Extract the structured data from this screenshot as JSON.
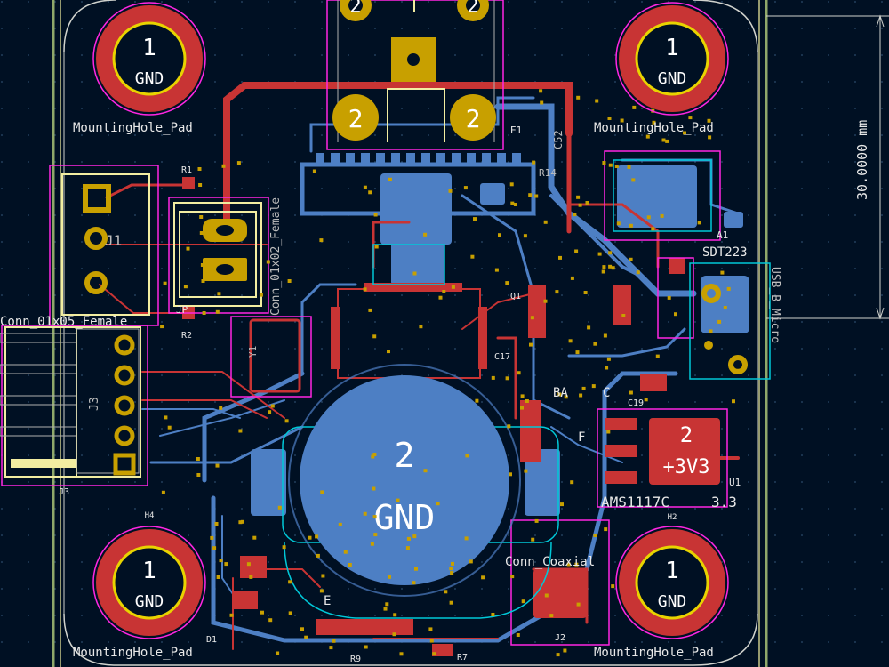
{
  "mounting_holes": [
    {
      "pad": "1",
      "net": "GND",
      "ref": "MountingHole_Pad"
    },
    {
      "pad": "1",
      "net": "GND",
      "ref": "MountingHole_Pad"
    },
    {
      "pad": "1",
      "net": "GND",
      "ref": "MountingHole_Pad"
    },
    {
      "pad": "1",
      "net": "GND",
      "ref": "MountingHole_Pad"
    }
  ],
  "hole_ref_h4": "H4",
  "hole_ref_h2": "H2",
  "top_connector": {
    "pad_top_left": "2",
    "pad_top_right": "2",
    "pad_left": "2",
    "pad_right": "2"
  },
  "big_pad": {
    "number": "2",
    "net": "GND"
  },
  "regulator": {
    "pad": "2",
    "net": "+3V3",
    "ref": "U1",
    "value": "AMS1117C",
    "value_suffix": "3.3"
  },
  "dimension": {
    "text": "30.0000 mm"
  },
  "labels": {
    "conn_0x05": "Conn_01x05_Female",
    "j3": "J3",
    "conn_0x02": "Conn_01x02_Female",
    "r1": "R1",
    "r2": "R2",
    "j1": "J1",
    "jp": "JP",
    "y1": "Y1",
    "sdt": "SDT223",
    "usb": "USB_B_Micro",
    "coax": "Conn_Coaxial",
    "j2": "J2",
    "r7": "R7",
    "r9": "R9",
    "d1": "D1",
    "lbl_ba": "BA",
    "lbl_c": "C",
    "c52": "C52",
    "r14": "R14",
    "e1": "E1",
    "c19": "C19",
    "c17": "C17",
    "q1": "Q1",
    "a1": "A1",
    "lbl_e": "E",
    "lbl_f": "F"
  },
  "colors": {
    "background": "#001023",
    "copper_front": "#c83434",
    "copper_back": "#4d7fc4",
    "silkscreen": "#f2eda1",
    "courtyard": "#ff26e2",
    "pad_gold": "#c8a000",
    "edge_cuts": "#d0d2cd",
    "fab": "#afafaf"
  }
}
